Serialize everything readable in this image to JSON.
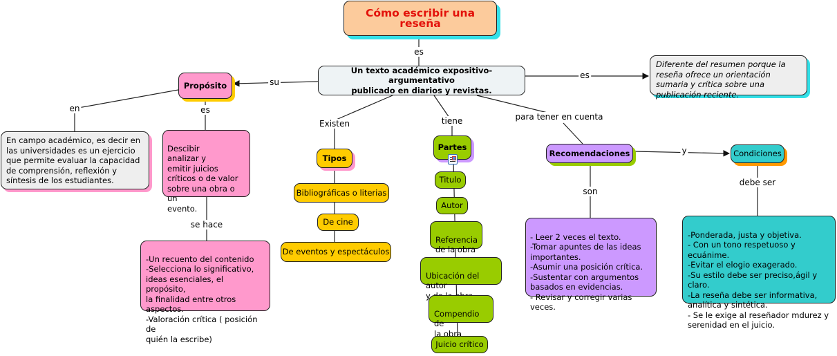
{
  "title": {
    "text": "Cómo escribir una reseña"
  },
  "nodes": {
    "definicion": "Un texto académico expositivo-argumentativo\npublicado en diarios y revistas.",
    "diferencia": "Diferente del resumen porque la reseña ofrece un orientación sumaria y crítica sobre una publicación reciente.",
    "proposito": "Propósito",
    "campo": "En campo académico, es decir en las universidades es un ejercicio que permite evaluar la capacidad de comprensión, reflexión y síntesis de los estudiantes.",
    "describir": "Descibir\nanalizar y\nemitir juicios\ncríticos o de valor\nsobre una obra o un\nevento.",
    "se_hace": "-Un recuento del contenido\n-Selecciona lo significativo,\nideas esenciales, el propósito,\nla finalidad entre otros aspectos.\n-Valoración crítica ( posición de\n quién la escribe)",
    "tipos": "Tipos",
    "tipos_items": [
      "Bibliográficas o literias",
      "De cine",
      "De eventos y espectáculos"
    ],
    "partes": "Partes",
    "partes_items": [
      "Titulo",
      "Autor",
      "Referencia\nde la obra",
      "Ubicación del autor\ny de la obra",
      "Compendio de\nla obra",
      "Juicio crítico"
    ],
    "recomendaciones": "Recomendaciones",
    "recomendaciones_list": "- Leer 2 veces el texto.\n-Tomar apuntes de las ideas\nimportantes.\n-Asumir una posición crítica.\n-Sustentar con argumentos\nbasados en evidencias.\n- Revisar y corregir varias veces.",
    "condiciones": "Condiciones",
    "condiciones_list": "-Ponderada, justa y objetiva.\n- Con un tono respetuoso y ecuánime.\n-Evitar el elogio exagerado.\n-Su estilo debe ser preciso,ágil y claro.\n-La reseña debe ser informativa,\nanalítica y sintética.\n- Se le exige al reseñador mdurez y\nserenidad en el juicio."
  },
  "links": {
    "es_title": "es",
    "es_diferencia": "es",
    "su": "su",
    "en": "en",
    "es_proposito": "es",
    "se_hace": "se hace",
    "existen": "Existen",
    "tiene": "tiene",
    "para_tener": "para tener en cuenta",
    "son": "son",
    "y": "y",
    "debe_ser": "debe ser"
  },
  "icons": {
    "partes_attachment": "document-resource-icon"
  },
  "colors": {
    "title_fill": "#fccb9c",
    "title_text": "#e3120b",
    "title_shadow": "#33e0e8",
    "definicion_fill": "#eef3f5",
    "diferencia_fill": "#eeeeee",
    "diferencia_shadow": "#33e0e8",
    "proposito_fill": "#ff99cc",
    "proposito_shadow": "#ffcc00",
    "campo_fill": "#eeeeee",
    "campo_shadow": "#ff99cc",
    "pink_fill": "#ff99cc",
    "tipos_fill": "#ffcc00",
    "tipos_shadow": "#ff99cc",
    "partes_fill": "#99cc00",
    "partes_shadow": "#cc99ff",
    "recom_fill": "#cc99ff",
    "recom_shadow": "#99cc00",
    "cond_fill": "#33cccc",
    "cond_shadow": "#ff9900"
  }
}
